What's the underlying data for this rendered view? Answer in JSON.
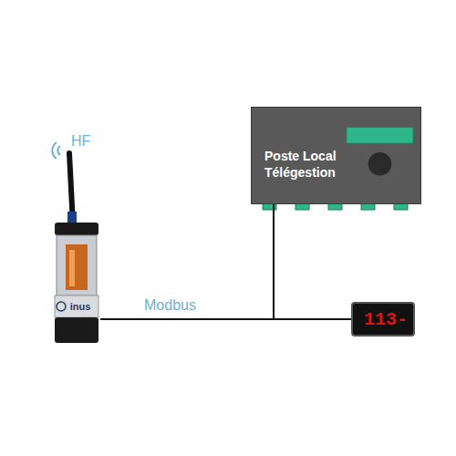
{
  "diagram": {
    "nodes": [
      {
        "text": [
          "Poste Local Télégestion"
        ]
      },
      {
        "text": [
          "inus"
        ]
      },
      {
        "text": [
          "113-"
        ]
      }
    ],
    "edges": [
      {
        "from": 1,
        "to": 0,
        "label": "Modbus",
        "arrow": "none"
      },
      {
        "from": 1,
        "to": 2,
        "arrow": "none"
      }
    ],
    "labels": [
      "HF"
    ]
  }
}
